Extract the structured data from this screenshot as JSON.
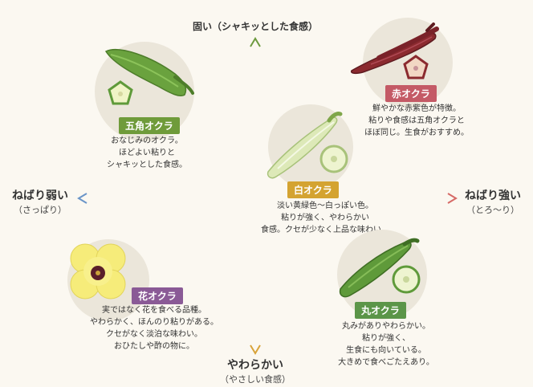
{
  "axes": {
    "top": {
      "main": "固い（シャキッとした食感）"
    },
    "bottom": {
      "main": "やわらかい",
      "sub": "（やさしい食感）"
    },
    "left": {
      "main": "ねばり弱い",
      "sub": "（さっぱり）"
    },
    "right": {
      "main": "ねばり強い",
      "sub": "（とろ〜り）"
    }
  },
  "colors": {
    "axis_up": "#6d9a3f",
    "axis_down": "#d8a33a",
    "axis_left": "#6a95c8",
    "axis_right": "#d66a66",
    "circle_bg": "#ebe6da",
    "okra_green": "#5f9a3a",
    "okra_red": "#8b2a2f",
    "okra_white": "#dde9b8",
    "flower_yellow": "#f6ec7a"
  },
  "items": [
    {
      "tag": "五角オクラ",
      "tag_color": "#6f9b3a",
      "description": "おなじみのオクラ。\nほどよい粘りと\nシャキッとした食感。",
      "icon": "green-pentagonal-okra-icon"
    },
    {
      "tag": "赤オクラ",
      "tag_color": "#c45a66",
      "description": "鮮やかな赤紫色が特徴。\n粘りや食感は五角オクラと\nほぼ同じ。生食がおすすめ。",
      "icon": "red-okra-icon"
    },
    {
      "tag": "白オクラ",
      "tag_color": "#d4a331",
      "description": "淡い黄緑色〜白っぽい色。\n粘りが強く、やわらかい\n食感。クセが少なく上品な味わい。",
      "icon": "white-okra-icon"
    },
    {
      "tag": "花オクラ",
      "tag_color": "#8a5a96",
      "description": "実ではなく花を食べる品種。\nやわらかく、ほんのり粘りがある。\nクセがなく淡泊な味わい。\nおひたしや酢の物に。",
      "icon": "okra-flower-icon"
    },
    {
      "tag": "丸オクラ",
      "tag_color": "#5b9548",
      "description": "丸みがありやわらかい。\n粘りが強く、\n生食にも向いている。\n大きめで食べごたえあり。",
      "icon": "round-okra-icon"
    }
  ]
}
